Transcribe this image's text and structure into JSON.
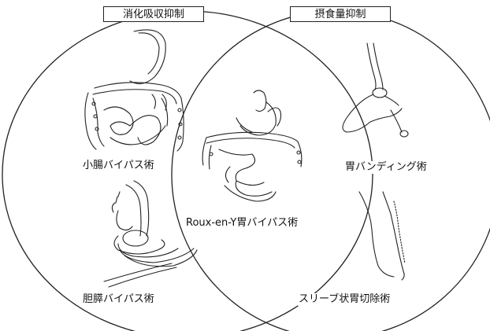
{
  "headers": {
    "left": "消化吸収抑制",
    "right": "摂食量抑制"
  },
  "procedures": {
    "small_bowel_bypass": "小腸バイパス術",
    "biliopancreatic_bypass": "胆膵バイパス術",
    "roux_en_y": "Roux-en-Y胃バイパス術",
    "gastric_banding": "胃バンディング術",
    "sleeve_gastrectomy": "スリーブ状胃切除術"
  },
  "colors": {
    "line": "#222222",
    "background": "#ffffff"
  }
}
